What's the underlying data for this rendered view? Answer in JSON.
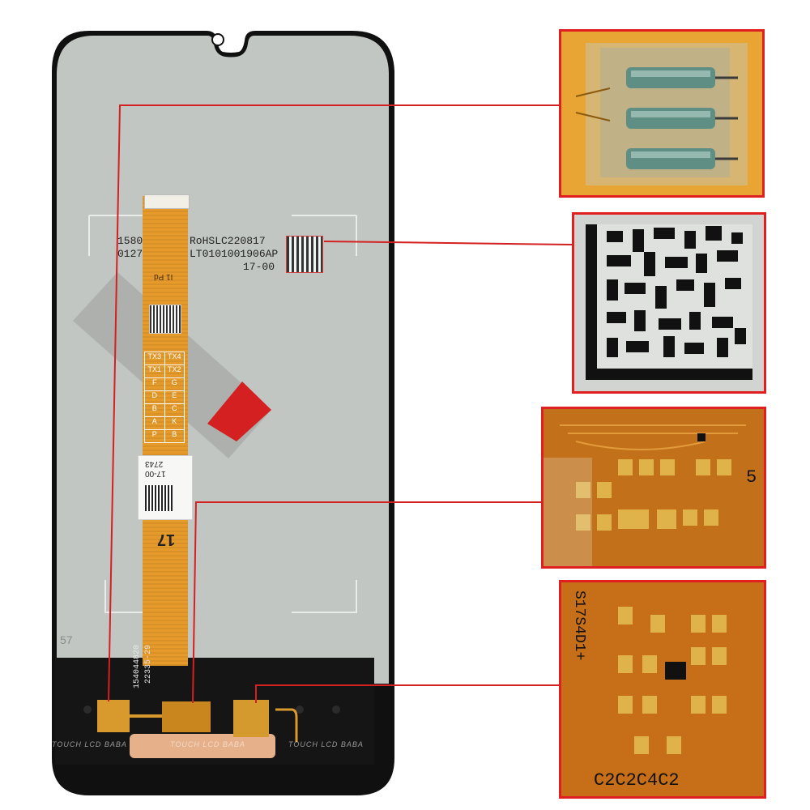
{
  "panel": {
    "label_line1": "1580",
    "label_line2": "0127",
    "label_rohs": "RoHSLC220817",
    "label_code": "LT0101001906AP",
    "label_rev": "17-00",
    "corner_number": "57"
  },
  "flex": {
    "top_mark": "I1 Pd",
    "pads": [
      [
        "TX3",
        "TX4"
      ],
      [
        "TX1",
        "TX2"
      ],
      [
        "F",
        "G"
      ],
      [
        "D",
        "E"
      ],
      [
        "B",
        "C"
      ],
      [
        "A",
        "K"
      ],
      [
        "P",
        "B"
      ]
    ],
    "sticker_rev": "17-00",
    "sticker_num": "2743",
    "number": "17",
    "bottom_code1": "22335-29",
    "bottom_code2": "154044820"
  },
  "watermark": {
    "left": "TOUCH LCD BABA",
    "center": "TOUCH LCD BABA",
    "right": "TOUCH LCD BABA"
  },
  "zoom_panels": [
    {
      "name": "connector-contacts",
      "border_color": "#e02020"
    },
    {
      "name": "qr-code",
      "border_color": "#e02020"
    },
    {
      "name": "ic-components",
      "border_color": "#e02020"
    },
    {
      "name": "chip-components",
      "border_color": "#e02020"
    }
  ],
  "zoom_text": {
    "chip_side": "5",
    "chip_bottom": "S17S4D1+",
    "chip_bottom2": "C2C2C4C2"
  },
  "colors": {
    "callout_line": "#d42020",
    "flex": "#e69a2a",
    "panel_bg": "#bfc3c0",
    "bezel": "#111111"
  }
}
